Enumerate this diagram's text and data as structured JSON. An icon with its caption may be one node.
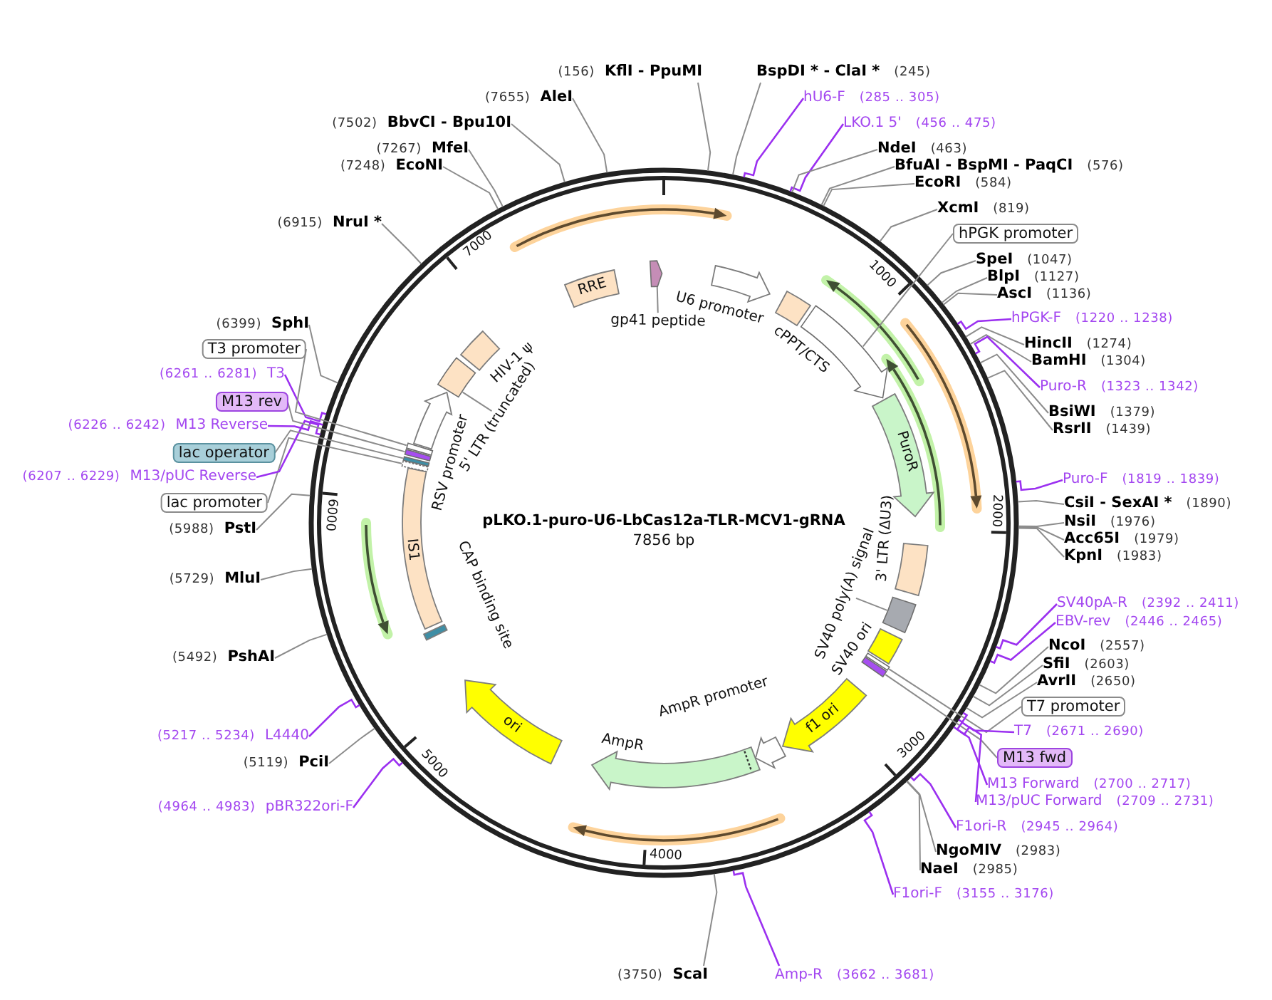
{
  "diagram": {
    "title": "pLKO.1-puro-U6-LbCas12a-TLR-MCV1-gRNA",
    "nodes": [
      {
        "text": [
          "(156)",
          "KflI - PpuMI"
        ]
      },
      {
        "text": [
          "BspDI * - ClaI *",
          "(245)"
        ]
      },
      {
        "text": [
          "hU6-F",
          "(285 .. 305)"
        ]
      },
      {
        "text": [
          "LKO.1 5'",
          "(456 .. 475)"
        ]
      },
      {
        "text": [
          "NdeI",
          "(463)"
        ]
      },
      {
        "text": [
          "BfuAI - BspMI - PaqCI",
          "(576)"
        ]
      },
      {
        "text": [
          "EcoRI",
          "(584)"
        ]
      },
      {
        "text": [
          "XcmI",
          "(819)"
        ]
      },
      {
        "text": [
          "hPGK promoter"
        ]
      },
      {
        "text": [
          "SpeI",
          "(1047)"
        ]
      },
      {
        "text": [
          "BlpI",
          "(1127)"
        ]
      },
      {
        "text": [
          "AscI",
          "(1136)"
        ]
      },
      {
        "text": [
          "hPGK-F",
          "(1220 .. 1238)"
        ]
      },
      {
        "text": [
          "HincII",
          "(1274)"
        ]
      },
      {
        "text": [
          "BamHI",
          "(1304)"
        ]
      },
      {
        "text": [
          "Puro-R",
          "(1323 .. 1342)"
        ]
      },
      {
        "text": [
          "BsiWI",
          "(1379)"
        ]
      },
      {
        "text": [
          "RsrII",
          "(1439)"
        ]
      },
      {
        "text": [
          "Puro-F",
          "(1819 .. 1839)"
        ]
      },
      {
        "text": [
          "CsiI - SexAI *",
          "(1890)"
        ]
      },
      {
        "text": [
          "NsiI",
          "(1976)"
        ]
      },
      {
        "text": [
          "Acc65I",
          "(1979)"
        ]
      },
      {
        "text": [
          "KpnI",
          "(1983)"
        ]
      },
      {
        "text": [
          "SV40pA-R",
          "(2392 .. 2411)"
        ]
      },
      {
        "text": [
          "EBV-rev",
          "(2446 .. 2465)"
        ]
      },
      {
        "text": [
          "NcoI",
          "(2557)"
        ]
      },
      {
        "text": [
          "SfiI",
          "(2603)"
        ]
      },
      {
        "text": [
          "AvrII",
          "(2650)"
        ]
      },
      {
        "text": [
          "T7 promoter"
        ]
      },
      {
        "text": [
          "T7",
          "(2671 .. 2690)"
        ]
      },
      {
        "text": [
          "M13 fwd"
        ]
      },
      {
        "text": [
          "M13 Forward",
          "(2700 .. 2717)"
        ]
      },
      {
        "text": [
          "M13/pUC Forward",
          "(2709 .. 2731)"
        ]
      },
      {
        "text": [
          "F1ori-R",
          "(2945 .. 2964)"
        ]
      },
      {
        "text": [
          "NgoMIV",
          "(2983)"
        ]
      },
      {
        "text": [
          "NaeI",
          "(2985)"
        ]
      },
      {
        "text": [
          "F1ori-F",
          "(3155 .. 3176)"
        ]
      },
      {
        "text": [
          "Amp-R",
          "(3662 .. 3681)"
        ]
      },
      {
        "text": [
          "(3750)",
          "ScaI"
        ]
      },
      {
        "text": [
          "(4964 .. 4983)",
          "pBR322ori-F"
        ]
      },
      {
        "text": [
          "(5119)",
          "PciI"
        ]
      },
      {
        "text": [
          "(5217 .. 5234)",
          "L4440"
        ]
      },
      {
        "text": [
          "(5492)",
          "PshAI"
        ]
      },
      {
        "text": [
          "(5729)",
          "MluI"
        ]
      },
      {
        "text": [
          "(5988)",
          "PstI"
        ]
      },
      {
        "text": [
          "lac promoter"
        ]
      },
      {
        "text": [
          "(6207 .. 6229)",
          "M13/pUC Reverse"
        ]
      },
      {
        "text": [
          "lac operator"
        ]
      },
      {
        "text": [
          "(6226 .. 6242)",
          "M13 Reverse"
        ]
      },
      {
        "text": [
          "M13 rev"
        ]
      },
      {
        "text": [
          "(6261 .. 6281)",
          "T3"
        ]
      },
      {
        "text": [
          "T3 promoter"
        ]
      },
      {
        "text": [
          "(6399)",
          "SphI"
        ]
      },
      {
        "text": [
          "(6915)",
          "NruI *"
        ]
      },
      {
        "text": [
          "(7248)",
          "EcoNI"
        ]
      },
      {
        "text": [
          "(7267)",
          "MfeI"
        ]
      },
      {
        "text": [
          "(7502)",
          "BbvCI - Bpu10I"
        ]
      },
      {
        "text": [
          "(7655)",
          "AleI"
        ]
      },
      {
        "text": [
          "gp41 peptide"
        ]
      },
      {
        "text": [
          "U6 promoter"
        ]
      },
      {
        "text": [
          "cPPT/CTS"
        ]
      },
      {
        "text": [
          "PuroR"
        ]
      },
      {
        "text": [
          "3' LTR (ΔU3)"
        ]
      },
      {
        "text": [
          "SV40 poly(A) signal"
        ]
      },
      {
        "text": [
          "SV40 ori"
        ]
      },
      {
        "text": [
          "f1 ori"
        ]
      },
      {
        "text": [
          "AmpR promoter"
        ]
      },
      {
        "text": [
          "AmpR"
        ]
      },
      {
        "text": [
          "ori"
        ]
      },
      {
        "text": [
          "CAP binding site"
        ]
      },
      {
        "text": [
          "IS1"
        ]
      },
      {
        "text": [
          "RSV promoter"
        ]
      },
      {
        "text": [
          "5' LTR (truncated)"
        ]
      },
      {
        "text": [
          "HIV-1 ψ"
        ]
      },
      {
        "text": [
          "RRE"
        ]
      },
      {
        "text": [],
        "shape": "arrow"
      },
      {
        "text": [],
        "shape": "bar"
      },
      {
        "text": [],
        "shape": "bar"
      },
      {
        "text": [],
        "shape": "bar"
      },
      {
        "text": [],
        "shape": "bar"
      },
      {
        "text": [],
        "shape": "bar"
      },
      {
        "text": [],
        "shape": "bar"
      },
      {
        "text": [],
        "shape": "arrow"
      },
      {
        "text": [],
        "shape": "box"
      },
      {
        "text": [],
        "shape": "box"
      }
    ],
    "edges": [
      {
        "from": 0,
        "to": null,
        "arrow": "none"
      },
      {
        "from": 1,
        "to": null,
        "arrow": "none"
      },
      {
        "from": 2,
        "to": null,
        "arrow": "none",
        "color": "#9b30f0"
      },
      {
        "from": 3,
        "to": null,
        "arrow": "none",
        "color": "#9b30f0"
      },
      {
        "from": 4,
        "to": null,
        "arrow": "none"
      },
      {
        "from": 5,
        "to": null,
        "arrow": "none"
      },
      {
        "from": 6,
        "to": null,
        "arrow": "none"
      },
      {
        "from": 7,
        "to": null,
        "arrow": "none"
      },
      {
        "from": 8,
        "to": 75,
        "arrow": "none"
      },
      {
        "from": 9,
        "to": null,
        "arrow": "none"
      },
      {
        "from": 10,
        "to": null,
        "arrow": "none"
      },
      {
        "from": 11,
        "to": null,
        "arrow": "none"
      },
      {
        "from": 12,
        "to": null,
        "arrow": "none",
        "color": "#9b30f0"
      },
      {
        "from": 13,
        "to": null,
        "arrow": "none"
      },
      {
        "from": 14,
        "to": null,
        "arrow": "none"
      },
      {
        "from": 15,
        "to": null,
        "arrow": "none",
        "color": "#9b30f0"
      },
      {
        "from": 16,
        "to": null,
        "arrow": "none"
      },
      {
        "from": 17,
        "to": null,
        "arrow": "none"
      },
      {
        "from": 18,
        "to": null,
        "arrow": "none",
        "color": "#9b30f0"
      },
      {
        "from": 19,
        "to": null,
        "arrow": "none"
      },
      {
        "from": 20,
        "to": null,
        "arrow": "none"
      },
      {
        "from": 21,
        "to": null,
        "arrow": "none"
      },
      {
        "from": 22,
        "to": null,
        "arrow": "none"
      },
      {
        "from": 23,
        "to": null,
        "arrow": "none",
        "color": "#9b30f0"
      },
      {
        "from": 24,
        "to": null,
        "arrow": "none",
        "color": "#9b30f0"
      },
      {
        "from": 25,
        "to": null,
        "arrow": "none"
      },
      {
        "from": 26,
        "to": null,
        "arrow": "none"
      },
      {
        "from": 27,
        "to": null,
        "arrow": "none"
      },
      {
        "from": 28,
        "to": 76,
        "arrow": "none"
      },
      {
        "from": 29,
        "to": null,
        "arrow": "none",
        "color": "#9b30f0"
      },
      {
        "from": 30,
        "to": 77,
        "arrow": "none"
      },
      {
        "from": 31,
        "to": null,
        "arrow": "none",
        "color": "#9b30f0"
      },
      {
        "from": 32,
        "to": null,
        "arrow": "none",
        "color": "#9b30f0"
      },
      {
        "from": 33,
        "to": null,
        "arrow": "none",
        "color": "#9b30f0"
      },
      {
        "from": 34,
        "to": null,
        "arrow": "none"
      },
      {
        "from": 35,
        "to": null,
        "arrow": "none"
      },
      {
        "from": 36,
        "to": null,
        "arrow": "none",
        "color": "#9b30f0"
      },
      {
        "from": 37,
        "to": null,
        "arrow": "none",
        "color": "#9b30f0"
      },
      {
        "from": 38,
        "to": null,
        "arrow": "none"
      },
      {
        "from": 39,
        "to": null,
        "arrow": "none",
        "color": "#9b30f0"
      },
      {
        "from": 40,
        "to": null,
        "arrow": "none"
      },
      {
        "from": 41,
        "to": null,
        "arrow": "none",
        "color": "#9b30f0"
      },
      {
        "from": 42,
        "to": null,
        "arrow": "none"
      },
      {
        "from": 43,
        "to": null,
        "arrow": "none"
      },
      {
        "from": 44,
        "to": null,
        "arrow": "none"
      },
      {
        "from": 45,
        "to": 78,
        "arrow": "none"
      },
      {
        "from": 46,
        "to": null,
        "arrow": "none",
        "color": "#9b30f0"
      },
      {
        "from": 47,
        "to": 79,
        "arrow": "none"
      },
      {
        "from": 48,
        "to": null,
        "arrow": "none",
        "color": "#9b30f0"
      },
      {
        "from": 49,
        "to": 80,
        "arrow": "none"
      },
      {
        "from": 50,
        "to": null,
        "arrow": "none",
        "color": "#9b30f0"
      },
      {
        "from": 51,
        "to": 81,
        "arrow": "none"
      },
      {
        "from": 52,
        "to": null,
        "arrow": "none"
      },
      {
        "from": 53,
        "to": null,
        "arrow": "none"
      },
      {
        "from": 54,
        "to": null,
        "arrow": "none"
      },
      {
        "from": 55,
        "to": null,
        "arrow": "none"
      },
      {
        "from": 56,
        "to": null,
        "arrow": "none"
      },
      {
        "from": 57,
        "to": null,
        "arrow": "none"
      },
      {
        "from": 58,
        "to": 82,
        "arrow": "none"
      },
      {
        "from": 63,
        "to": 83,
        "arrow": "none"
      },
      {
        "from": 72,
        "to": 84,
        "arrow": "none"
      }
    ],
    "labels": [
      "7856 bp",
      "1000",
      "2000",
      "3000",
      "4000",
      "5000",
      "6000",
      "7000"
    ]
  }
}
